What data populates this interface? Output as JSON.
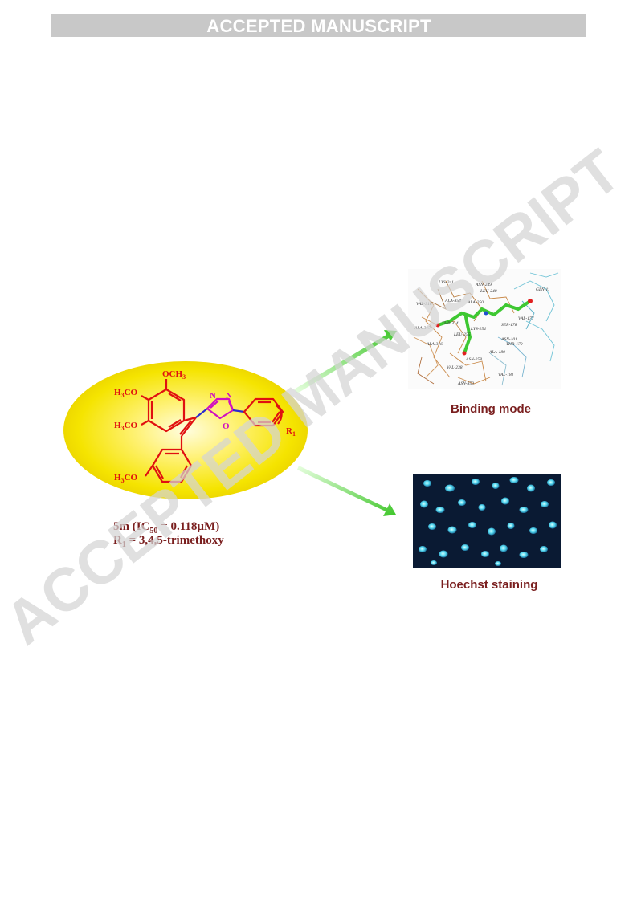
{
  "banner": {
    "text": "ACCEPTED MANUSCRIPT"
  },
  "watermark": {
    "text": "ACCEPTED MANUSCRIPT"
  },
  "structure": {
    "sub_och3": "OCH",
    "sub_och3_sub": "3",
    "h3co": "H",
    "h3co_sub": "3",
    "h3co_tail": "CO",
    "n1": "N",
    "n2": "N",
    "o": "O",
    "r1": "R",
    "r1_sub": "1"
  },
  "compound": {
    "line1_prefix": "5m (IC",
    "line1_sub": "50",
    "line1_suffix": " = 0.118µM)",
    "line2_prefix": "R",
    "line2_sub": "1",
    "line2_suffix": " = 3,4,5-trimethoxy"
  },
  "panels": {
    "binding_caption": "Binding mode",
    "staining_caption": "Hoechst staining"
  },
  "residue_labels": [
    "LYS-241",
    "ASN-249",
    "LEU-248",
    "ALA-354",
    "ALA-250",
    "VAL-318",
    "ALA-317",
    "THR-314",
    "LEU-255",
    "LYS-254",
    "ALA-316",
    "ASN-258",
    "VAL-238",
    "ASN-350",
    "ASN-101",
    "THR-179",
    "ALA-180",
    "VAL-181",
    "SER-178",
    "VAL-177",
    "GLN-11"
  ],
  "colors": {
    "molecule_red": "#e01010",
    "linker_blue": "#2a2ad0",
    "ring_magenta": "#d010c0",
    "ellipse": "#f5e600",
    "arrow": "#5fd14a",
    "caption": "#7a1f1f"
  }
}
